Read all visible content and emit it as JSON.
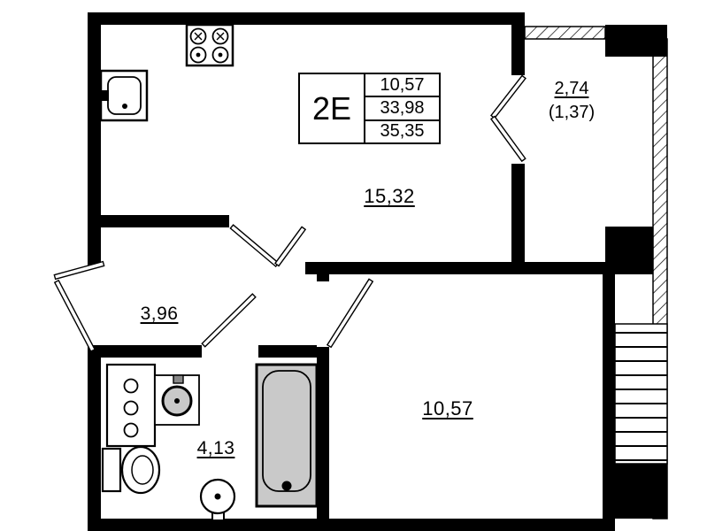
{
  "floor_plan": {
    "unit": {
      "type_label": "2E",
      "area_rows": [
        "10,57",
        "33,98",
        "35,35"
      ]
    },
    "room_areas": {
      "living_kitchen": "15,32",
      "hallway": "3,96",
      "bathroom": "4,13",
      "bedroom": "10,57",
      "balcony": "2,74",
      "balcony_reduced": "(1,37)"
    },
    "fixture_icons": [
      "stove-icon",
      "kitchen-sink-icon",
      "cabinet-icon",
      "washbasin-icon",
      "toilet-icon",
      "floor-drain-icon",
      "bathtub-icon"
    ],
    "colors": {
      "walls": "#000000",
      "background": "#ffffff",
      "fixture_fill": "#c9c9c9"
    }
  }
}
